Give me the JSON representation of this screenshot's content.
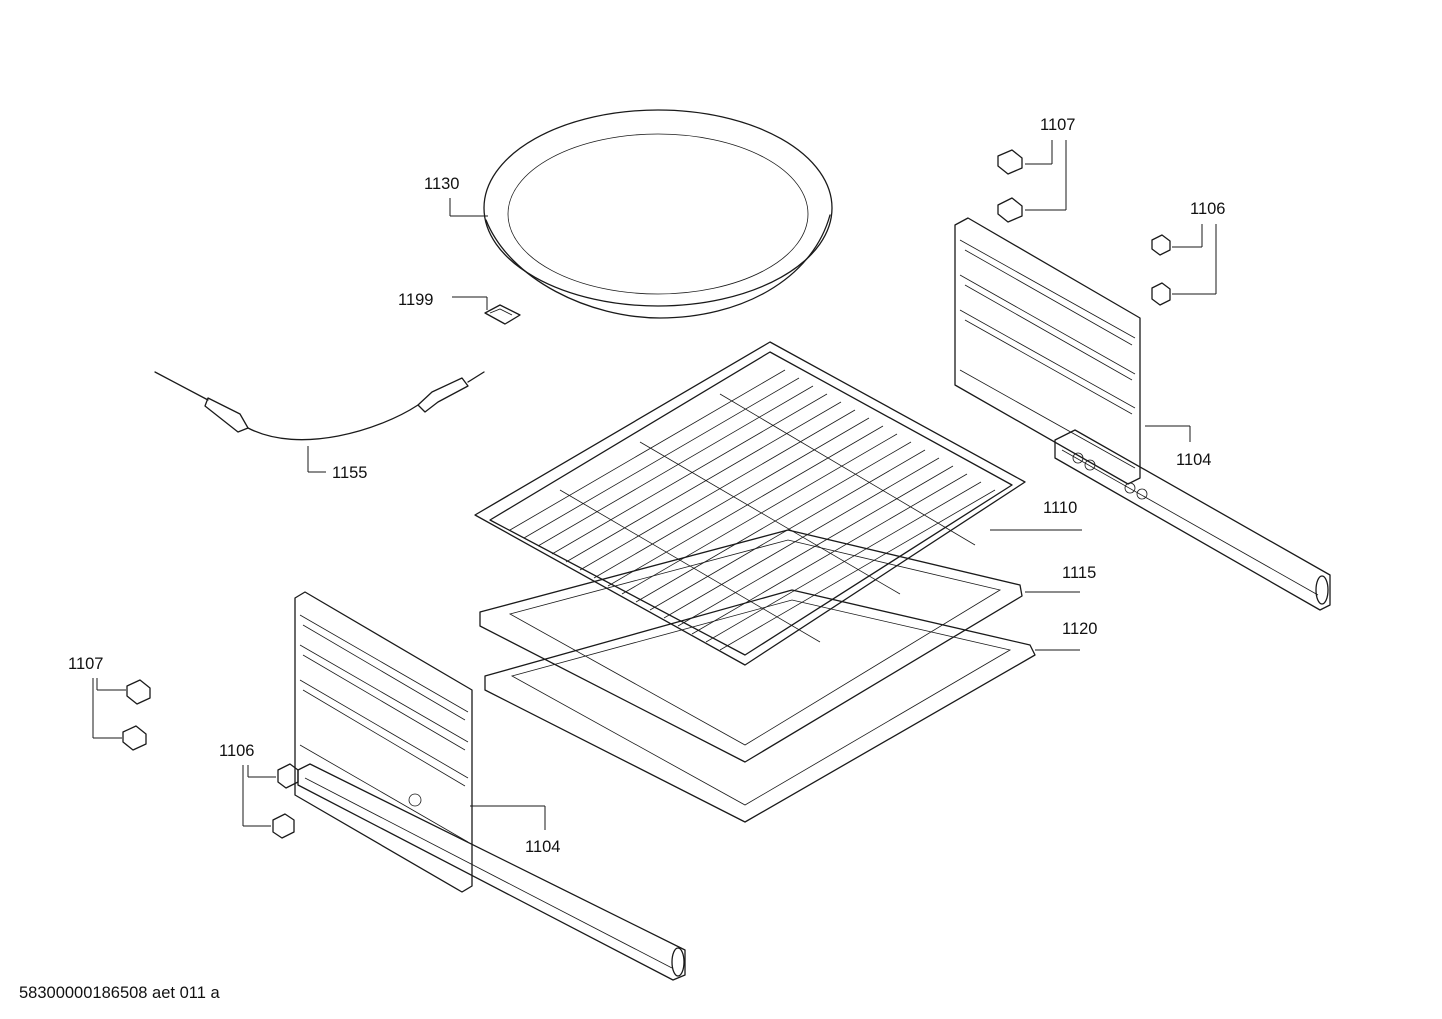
{
  "diagram": {
    "type": "exploded-parts-diagram",
    "parts": [
      {
        "id": "pan-round",
        "label": "1130"
      },
      {
        "id": "clip",
        "label": "1199"
      },
      {
        "id": "probe",
        "label": "1155"
      },
      {
        "id": "rack",
        "label": "1110"
      },
      {
        "id": "tray",
        "label": "1115"
      },
      {
        "id": "deep-tray",
        "label": "1120"
      },
      {
        "id": "rail-right",
        "label": "1104"
      },
      {
        "id": "rail-left",
        "label": "1104"
      },
      {
        "id": "clips-right-upper",
        "label": "1107"
      },
      {
        "id": "clips-right-lower",
        "label": "1106"
      },
      {
        "id": "clips-left-upper",
        "label": "1107"
      },
      {
        "id": "clips-left-lower",
        "label": "1106"
      }
    ]
  },
  "footer": {
    "document_id": "58300000186508 aet 011 a"
  }
}
